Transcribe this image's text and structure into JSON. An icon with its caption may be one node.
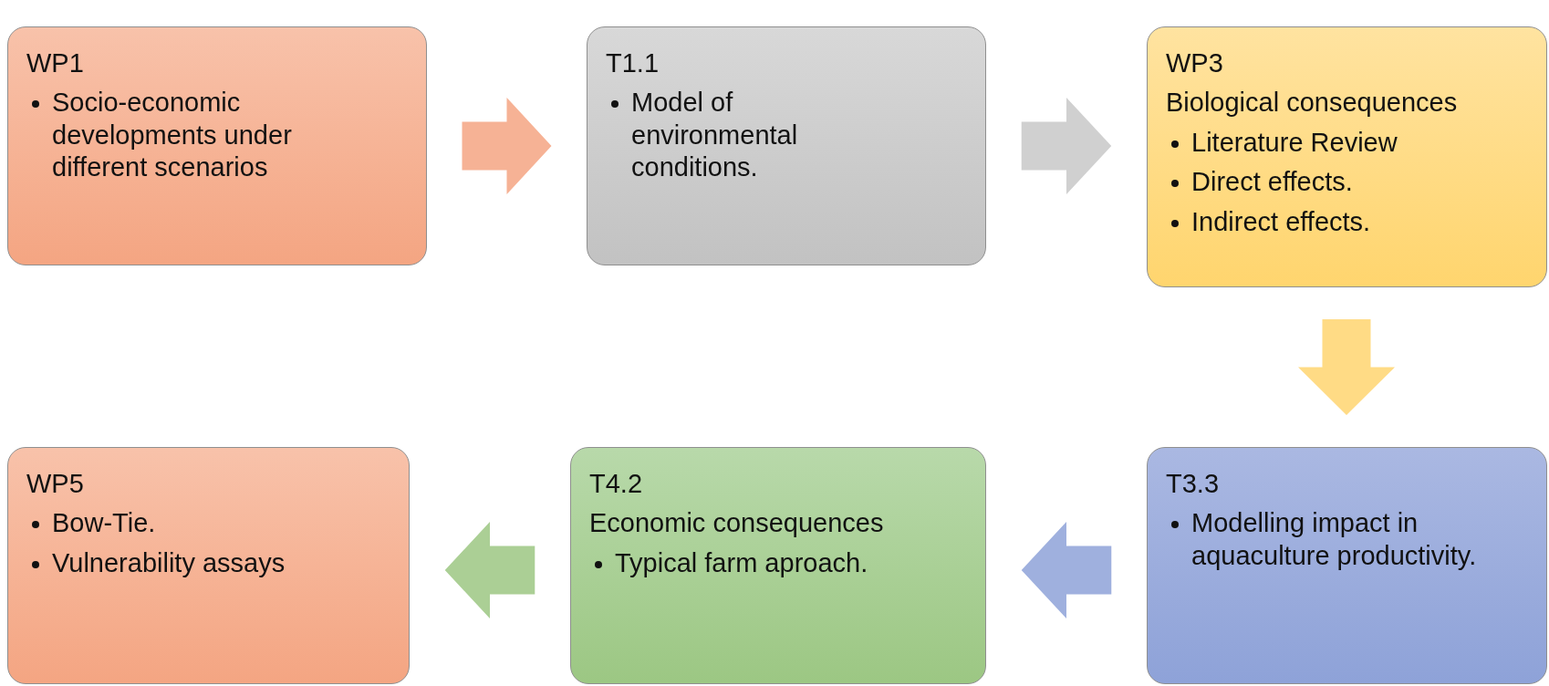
{
  "diagram": {
    "nodes": [
      {
        "text": [
          "WP1",
          "Socio-economic developments under different scenarios"
        ]
      },
      {
        "text": [
          "T1.1",
          "Model of environmental conditions."
        ]
      },
      {
        "text": [
          "WP3",
          "Biological consequences",
          "Literature Review",
          "Direct effects.",
          "Indirect effects."
        ]
      },
      {
        "text": [
          "T3.3",
          "Modelling impact in aquaculture productivity."
        ]
      },
      {
        "text": [
          "T4.2",
          "Economic consequences",
          "Typical farm aproach."
        ]
      },
      {
        "text": [
          "WP5",
          "Bow-Tie.",
          "Vulnerability assays"
        ]
      }
    ],
    "edges": [
      {
        "from": 0,
        "to": 1,
        "arrow": "to",
        "color": "#f4a582"
      },
      {
        "from": 1,
        "to": 2,
        "arrow": "to",
        "color": "#c8c8c8"
      },
      {
        "from": 2,
        "to": 3,
        "arrow": "to",
        "color": "#ffd570"
      },
      {
        "from": 3,
        "to": 4,
        "arrow": "to",
        "color": "#8ea2d8"
      },
      {
        "from": 4,
        "to": 5,
        "arrow": "to",
        "color": "#9cc783"
      }
    ]
  }
}
